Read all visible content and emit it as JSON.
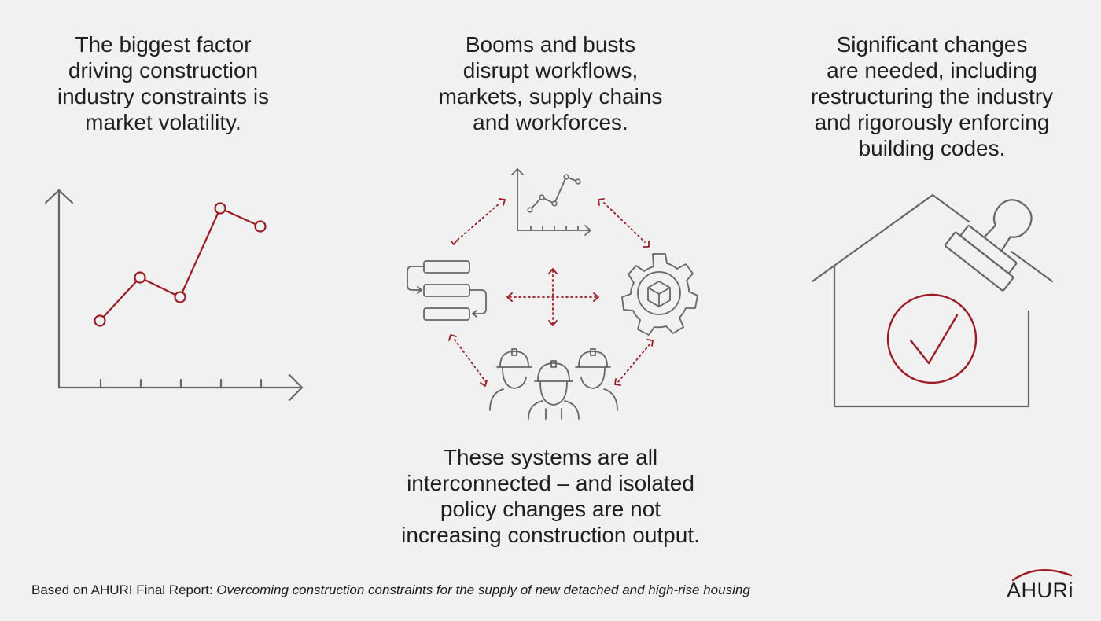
{
  "panels": {
    "left": "The biggest factor\ndriving construction\nindustry constraints is\nmarket volatility.",
    "middle": "Booms and busts\ndisrupt workflows,\nmarkets, supply chains\nand workforces.",
    "right": "Significant changes\nare needed, including\nrestructuring the industry\nand rigorously enforcing\nbuilding codes.",
    "bottom": "These systems are all\ninterconnected – and isolated\npolicy changes are not\nincreasing construction output."
  },
  "footer": {
    "prefix": "Based on AHURI Final Report: ",
    "title": "Overcoming construction constraints for the supply of new detached and high-rise housing"
  },
  "logo": {
    "text": "AHURi"
  },
  "colors": {
    "accent": "#9b1c24",
    "line": "#666666",
    "background": "#f1f1f1"
  },
  "icons": [
    "line-chart-icon",
    "small-chart-icon",
    "gear-cube-icon",
    "flowchart-icon",
    "workers-icon",
    "house-stamp-icon",
    "check-icon",
    "crossed-arrows-icon"
  ]
}
